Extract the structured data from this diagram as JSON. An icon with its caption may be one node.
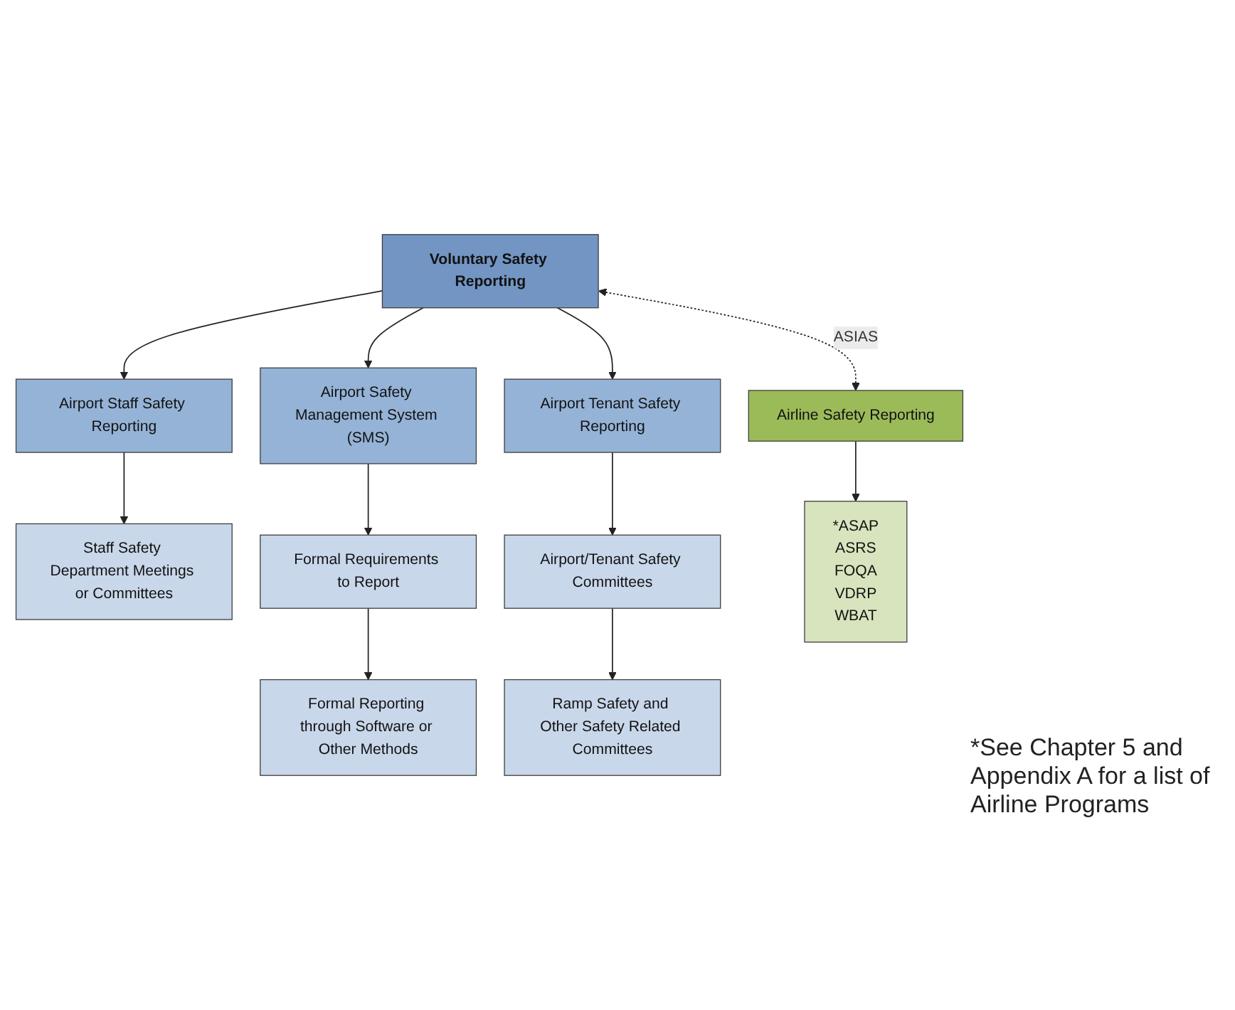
{
  "diagram": {
    "nodes": [
      {
        "text": [
          "Voluntary Safety Reporting"
        ]
      },
      {
        "text": [
          "Airport Staff Safety Reporting"
        ]
      },
      {
        "text": [
          "Airport Safety Management System (SMS)"
        ]
      },
      {
        "text": [
          "Airport Tenant Safety Reporting"
        ]
      },
      {
        "text": [
          "Airline Safety Reporting"
        ]
      },
      {
        "text": [
          "Staff Safety Department Meetings or Committees"
        ]
      },
      {
        "text": [
          "Formal Requirements to Report"
        ]
      },
      {
        "text": [
          "Airport/Tenant Safety Committees"
        ]
      },
      {
        "text": [
          "*ASAP",
          "ASRS",
          "FOQA",
          "VDRP",
          "WBAT"
        ]
      },
      {
        "text": [
          "Formal Reporting through Software or Other Methods"
        ]
      },
      {
        "text": [
          "Ramp Safety and Other Safety Related Committees"
        ]
      }
    ],
    "edges": [
      {
        "from": 0,
        "to": 1,
        "arrow": "to"
      },
      {
        "from": 0,
        "to": 2,
        "arrow": "to"
      },
      {
        "from": 0,
        "to": 3,
        "arrow": "to"
      },
      {
        "from": 0,
        "to": 4,
        "arrow": "both",
        "label": "ASIAS",
        "style": "dashed"
      },
      {
        "from": 1,
        "to": 5,
        "arrow": "to"
      },
      {
        "from": 2,
        "to": 6,
        "arrow": "to"
      },
      {
        "from": 3,
        "to": 7,
        "arrow": "to"
      },
      {
        "from": 4,
        "to": 8,
        "arrow": "to"
      },
      {
        "from": 6,
        "to": 9,
        "arrow": "to"
      },
      {
        "from": 7,
        "to": 10,
        "arrow": "to"
      }
    ],
    "labels": [
      "*See Chapter 5 and Appendix A for a list of Airline Programs"
    ]
  }
}
